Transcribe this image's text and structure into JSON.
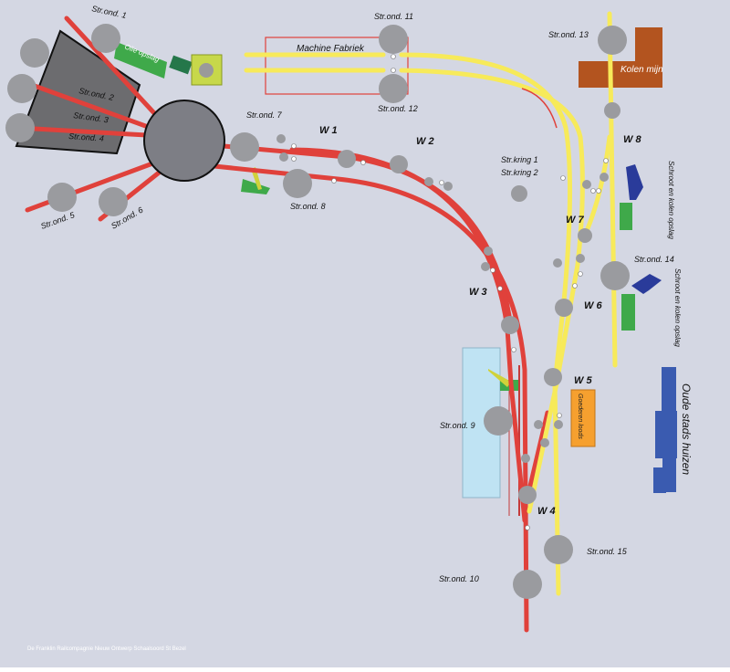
{
  "colors": {
    "background": "#d4d7e3",
    "track_red": "#e0413b",
    "track_yellow": "#f7ea5a",
    "turntable": "#7d7e85",
    "roundhouse": "#6c6c6f",
    "kolen_mijn": "#b3541f",
    "goederen_loods": "#f6a02f",
    "station_blue": "#bfe3f3",
    "houses": "#3a5bb0",
    "green": "#3fa94a"
  },
  "buildings": {
    "machine_fabriek": "Machine Fabriek",
    "olie_opslag": "Olie opslag",
    "kolen_mijn": "Kolen mijn",
    "goederen_loods": "Goederen loods",
    "schroot_kolen_opslag_1": "Schroot en kolen opslag",
    "schroot_kolen_opslag_2": "Schroot en kolen opslag",
    "oude_stads_huizen": "Oude stads huizen"
  },
  "stations": {
    "s1": "Str.ond. 1",
    "s2": "Str.ond. 2",
    "s3": "Str.ond. 3",
    "s4": "Str.ond. 4",
    "s5": "Str.ond. 5",
    "s6": "Str.ond. 6",
    "s7": "Str.ond. 7",
    "s8": "Str.ond. 8",
    "s9": "Str.ond. 9",
    "s10": "Str.ond. 10",
    "s11": "Str.ond. 11",
    "s12": "Str.ond. 12",
    "s13": "Str.ond. 13",
    "s14": "Str.ond. 14",
    "s15": "Str.ond. 15",
    "kring1": "Str.kring 1",
    "kring2": "Str.kring 2"
  },
  "switches": {
    "w1": "W 1",
    "w2": "W 2",
    "w3": "W 3",
    "w4": "W 4",
    "w5": "W 5",
    "w6": "W 6",
    "w7": "W 7",
    "w8": "W 8"
  },
  "footer": "De Franklin Railcompagnie Nieuw Ontwerp Schaalsoord St Bezel"
}
